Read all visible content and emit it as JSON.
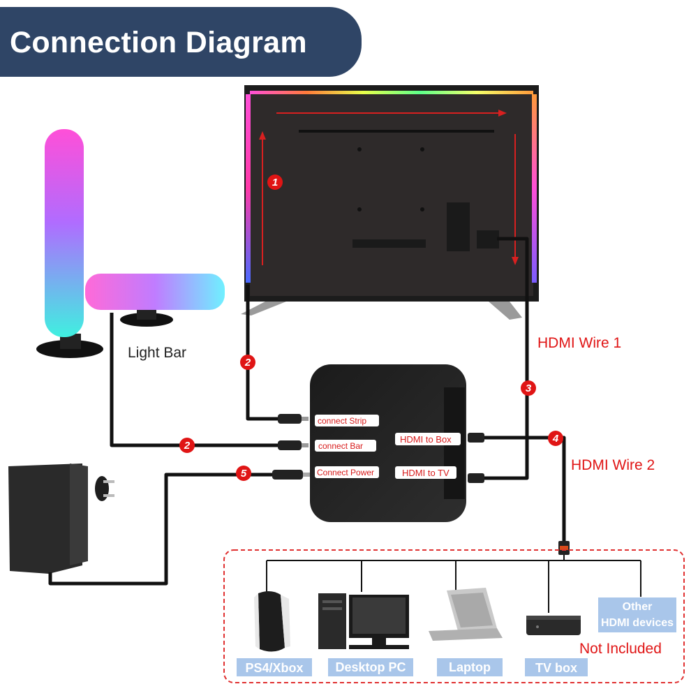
{
  "title": "Connection Diagram",
  "labels": {
    "light_bar": "Light Bar",
    "hdmi_wire_1": "HDMI Wire 1",
    "hdmi_wire_2": "HDMI Wire 2",
    "not_included": "Not Included"
  },
  "box_ports": {
    "connect_strip": "connect Strip",
    "connect_bar": "connect Bar",
    "connect_power": "Connect Power",
    "hdmi_to_box": "HDMI to Box",
    "hdmi_to_tv": "HDMI to TV"
  },
  "steps": [
    "1",
    "2",
    "2",
    "3",
    "4",
    "5"
  ],
  "devices": {
    "ps4_xbox": "PS4/Xbox",
    "desktop_pc": "Desktop PC",
    "laptop": "Laptop",
    "tv_box": "TV box",
    "other_line1": "Other",
    "other_line2": "HDMI devices"
  },
  "colors": {
    "banner": "#2f4566",
    "accent_red": "#e01515",
    "device_label_bg": "#a9c6ea"
  }
}
